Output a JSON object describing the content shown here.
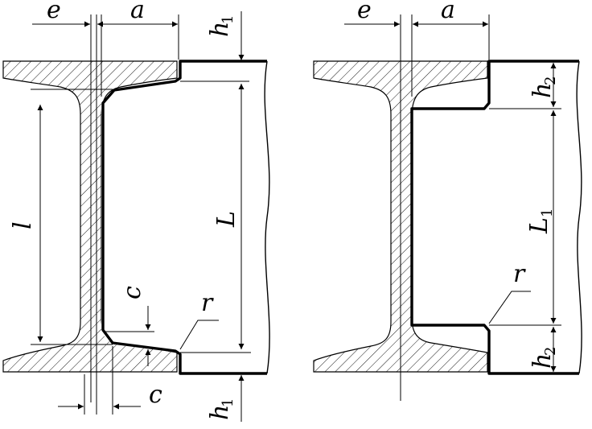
{
  "labels": {
    "e_left": "e",
    "a_left": "a",
    "h1_top": "h",
    "h1_top_sub": "1",
    "l": "l",
    "L": "L",
    "c_mid": "c",
    "r_left": "r",
    "c_bottom": "c",
    "h1_bottom": "h",
    "h1_bottom_sub": "1",
    "e_right": "e",
    "a_right": "a",
    "h2_top": "h",
    "h2_top_sub": "2",
    "L1": "L",
    "L1_sub": "1",
    "r_right": "r",
    "h2_bottom": "h",
    "h2_bottom_sub": "2"
  }
}
